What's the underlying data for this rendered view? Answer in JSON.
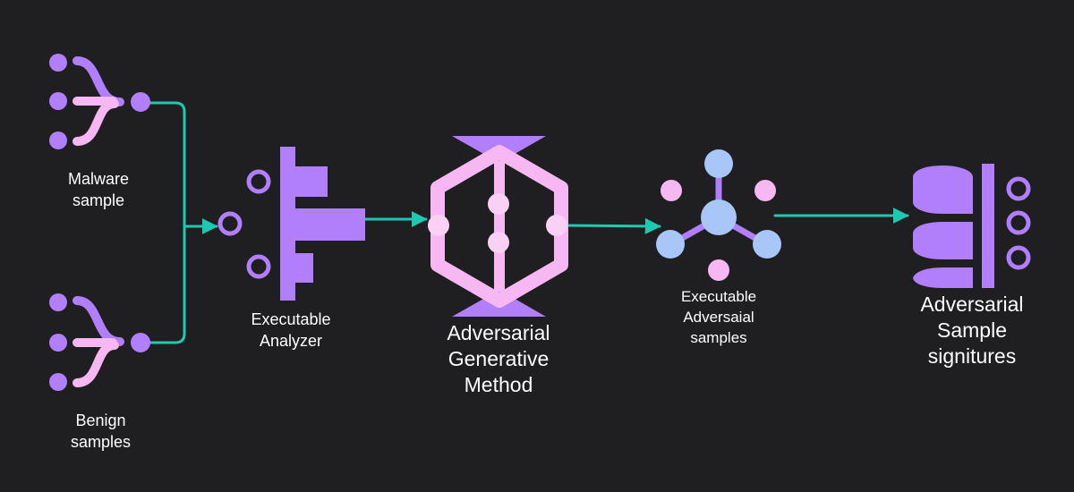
{
  "colors": {
    "background": "#1f1e20",
    "connector": "#1ec9b1",
    "purple": "#b17ffc",
    "pink": "#f6b7f3",
    "light_pink": "#fbd0f5",
    "blue": "#a8c6f7",
    "text": "#ffffff"
  },
  "nodes": {
    "malware": {
      "icon": "merge-icon",
      "label_lines": [
        "Malware",
        "sample"
      ]
    },
    "benign": {
      "icon": "merge-icon",
      "label_lines": [
        "Benign",
        "samples"
      ]
    },
    "analyzer": {
      "icon": "analyzer-icon",
      "label_lines": [
        "Executable",
        "Analyzer"
      ]
    },
    "generative": {
      "icon": "hexagon-network-icon",
      "label_lines": [
        "Adversarial",
        "Generative",
        "Method"
      ]
    },
    "samples": {
      "icon": "hub-network-icon",
      "label_lines": [
        "Executable",
        "Adversaial",
        "samples"
      ]
    },
    "signatures": {
      "icon": "database-icon",
      "label_lines": [
        "Adversarial",
        "Sample",
        "signitures"
      ]
    }
  }
}
